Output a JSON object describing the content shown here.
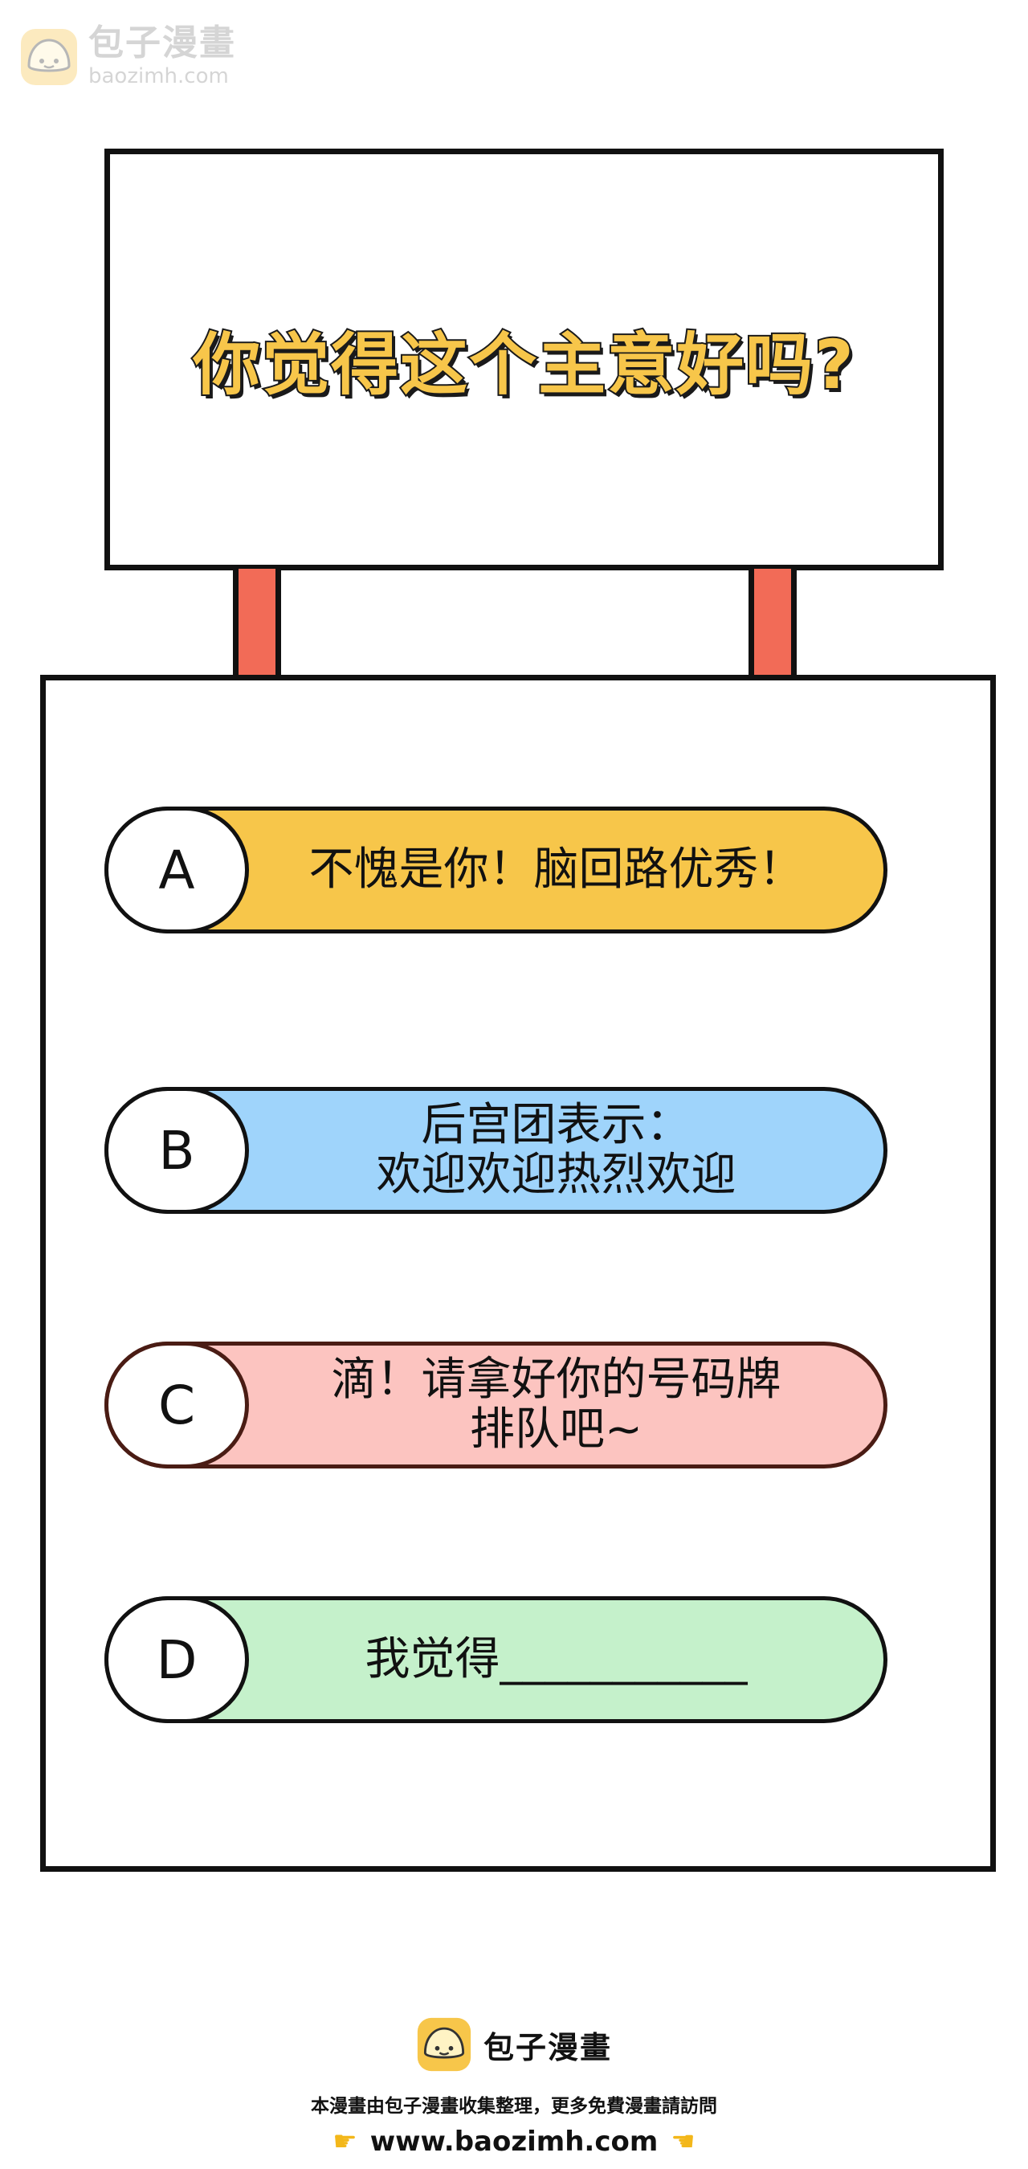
{
  "watermark": {
    "title": "包子漫畫",
    "url": "baozimh.com",
    "logo_icon": "bun-logo-icon"
  },
  "question": {
    "text": "你觉得这个主意好吗?"
  },
  "options": [
    {
      "letter": "A",
      "lines": [
        "不愧是你！脑回路优秀！"
      ],
      "color": "#f7c64a"
    },
    {
      "letter": "B",
      "lines": [
        "后宫团表示：",
        "欢迎欢迎热烈欢迎"
      ],
      "color": "#9fd4fb"
    },
    {
      "letter": "C",
      "lines": [
        "滴！请拿好你的号码牌",
        "排队吧~"
      ],
      "color": "#fcc4c0"
    },
    {
      "letter": "D",
      "lines": [
        "我觉得___________"
      ],
      "color": "#c5f1cb"
    }
  ],
  "footer": {
    "title": "包子漫畫",
    "description": "本漫畫由包子漫畫收集整理，更多免費漫畫請訪問",
    "url": "www.baozimh.com",
    "left_icon": "pointing-right-hand-icon",
    "right_icon": "pointing-left-hand-icon"
  },
  "colors": {
    "accent_yellow": "#f7c64a",
    "post_red": "#f26b57",
    "outline": "#111111"
  }
}
